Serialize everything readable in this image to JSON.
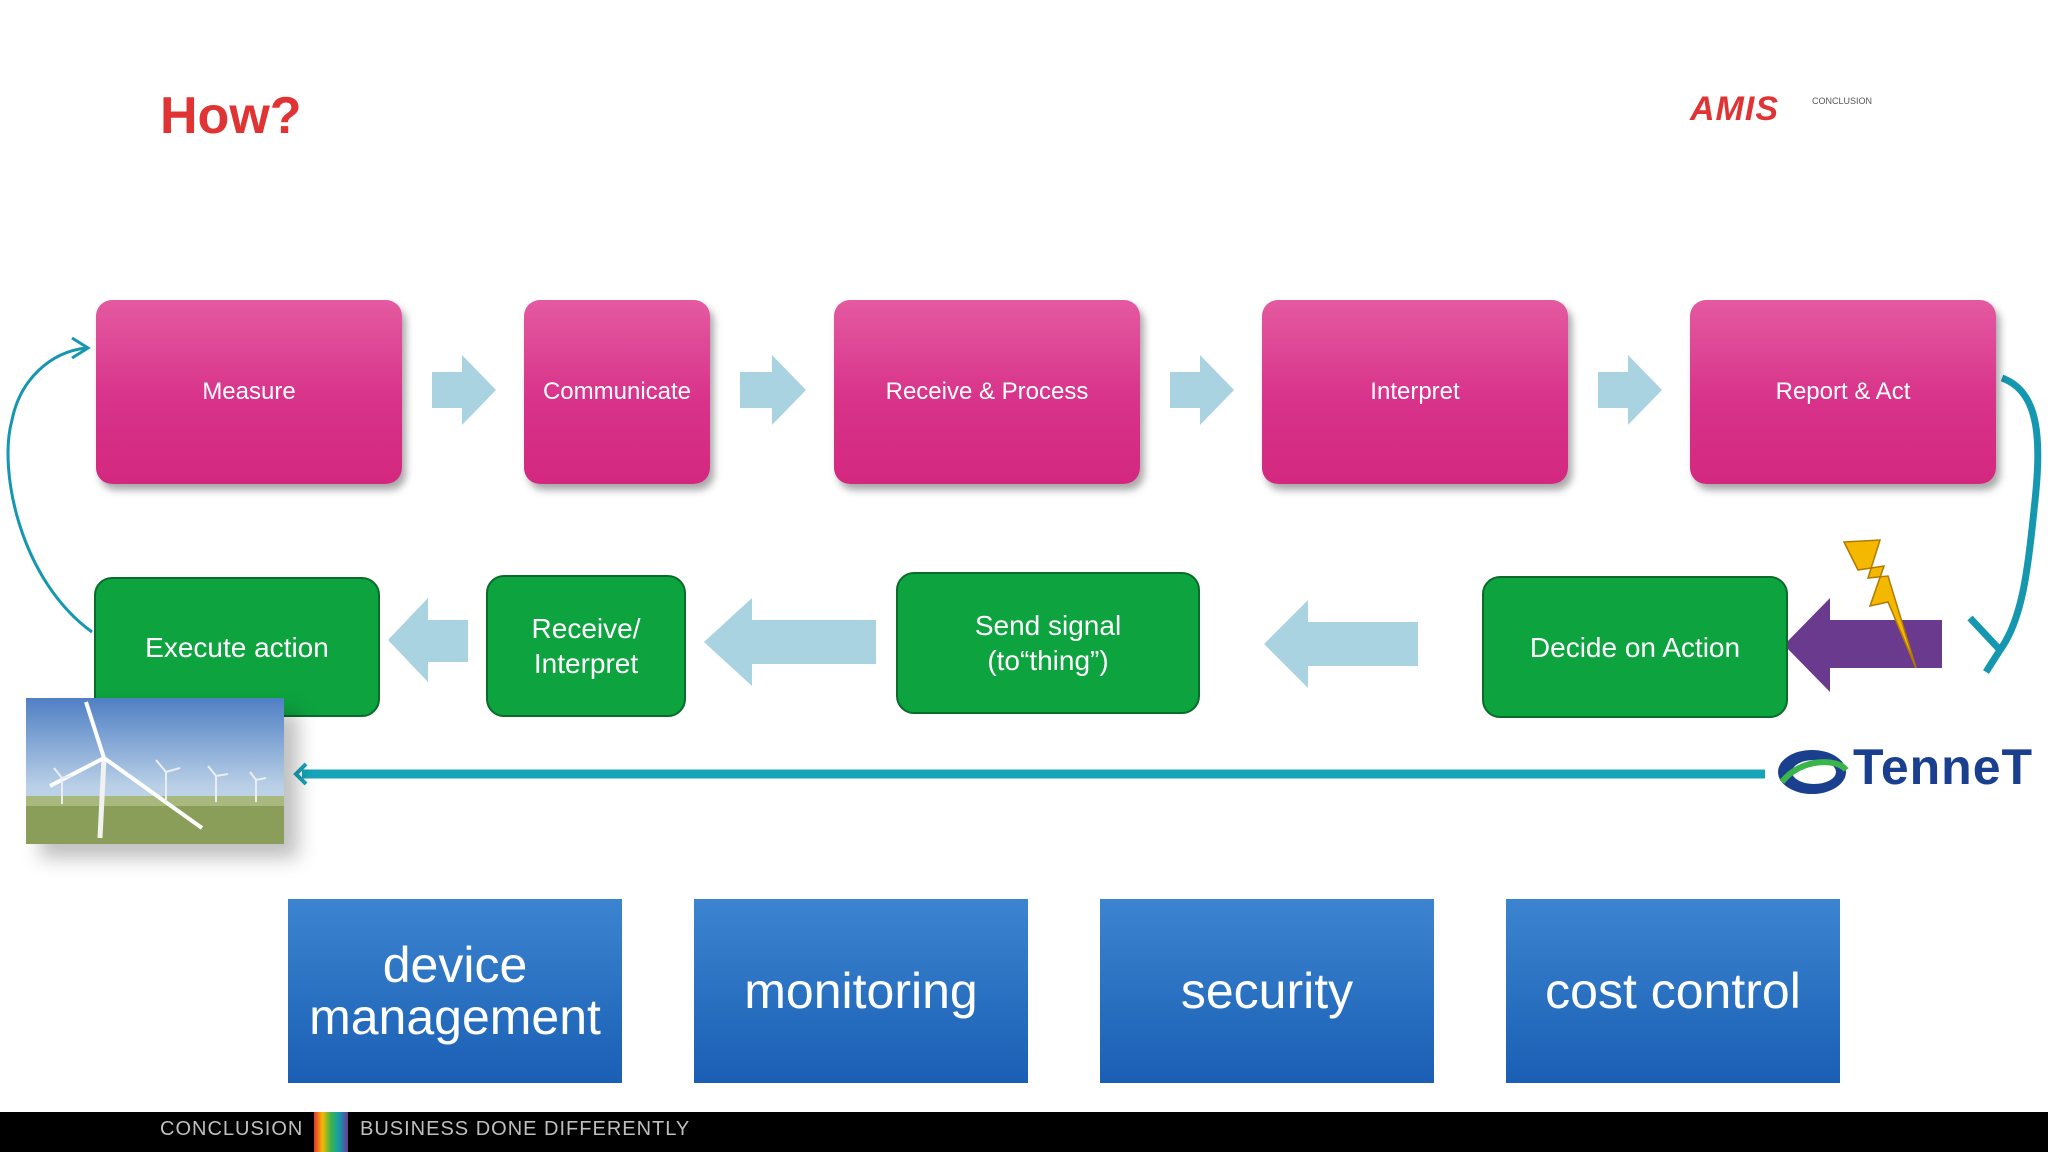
{
  "slide": {
    "title": "How?"
  },
  "process": {
    "row1": [
      "Measure",
      "Communicate",
      "Receive & Process",
      "Interpret",
      "Report & Act"
    ],
    "row2": {
      "execute": "Execute action",
      "receive_l1": "Receive/",
      "receive_l2": "Interpret",
      "send_l1": "Send signal",
      "send_l2": "(to“thing”)",
      "decide": "Decide on Action"
    }
  },
  "capabilities": [
    "device",
    "management",
    "monitoring",
    "security",
    "cost control"
  ],
  "logos": {
    "amis": "AMIS",
    "amis_sub": "CONCLUSION",
    "tennet": "TenneT"
  },
  "footer": {
    "brand": "CONCLUSION",
    "tagline": "BUSINESS DONE DIFFERENTLY"
  },
  "colors": {
    "title": "#e03434",
    "pink_box": "#d8328a",
    "green_box": "#0da33f",
    "blue_box": "#1a5fb4",
    "arrow_light": "#a9d3e0",
    "arrow_purple": "#6a3a8e",
    "connector_teal": "#1597b0",
    "bolt": "#f5b800"
  }
}
